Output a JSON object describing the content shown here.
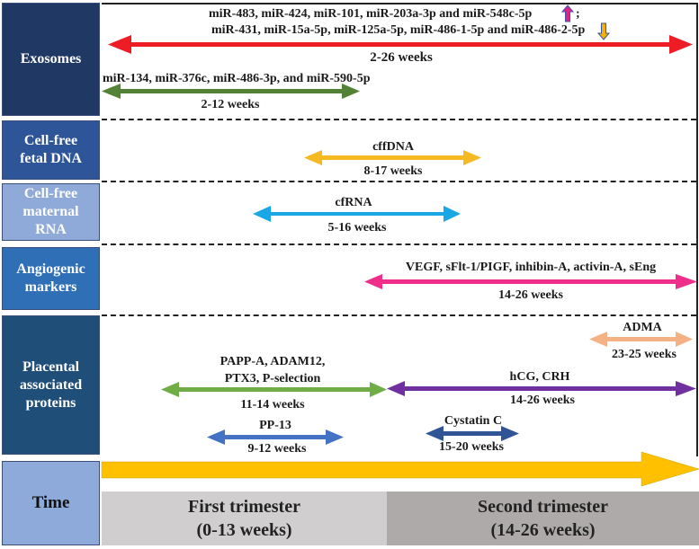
{
  "rows": [
    {
      "id": "exosomes",
      "label": "Exosomes",
      "bg": "#1f3864"
    },
    {
      "id": "cffdna",
      "label": "Cell-free\nfetal DNA",
      "bg": "#2e5597"
    },
    {
      "id": "cfrna",
      "label": "Cell-free\nmaternal\nRNA",
      "bg": "#8fa9d8"
    },
    {
      "id": "angio",
      "label": "Angiogenic\nmarkers",
      "bg": "#2f6fb6"
    },
    {
      "id": "placental",
      "label": "Placental\nassociated\nproteins",
      "bg": "#1f4e79"
    },
    {
      "id": "time",
      "label": "Time",
      "bg": "#8eaadb"
    }
  ],
  "markers": {
    "exo_up_text": "miR-483, miR-424, miR-101, miR-203a-3p and miR-548c-5p",
    "exo_up_sep": ";",
    "exo_down_text": "miR-431, miR-15a-5p, miR-125a-5p, miR-486-1-5p and miR-486-2-5p",
    "exo_range": "2-26 weeks",
    "exo2_text": "miR-134, miR-376c, miR-486-3p, and miR-590-5p",
    "exo2_range": "2-12 weeks",
    "cffdna_text": "cffDNA",
    "cffdna_range": "8-17 weeks",
    "cfrna_text": "cfRNA",
    "cfrna_range": "5-16 weeks",
    "angio_text": "VEGF, sFlt-1/PIGF, inhibin-A, activin-A, sEng",
    "angio_range": "14-26 weeks",
    "adma_text": "ADMA",
    "adma_range": "23-25 weeks",
    "pappa_text": "PAPP-A, ADAM12,\nPTX3, P-selection",
    "pappa_range": "11-14 weeks",
    "hcg_text": "hCG, CRH",
    "hcg_range": "14-26 weeks",
    "pp13_text": "PP-13",
    "pp13_range": "9-12 weeks",
    "cystatin_text": "Cystatin C",
    "cystatin_range": "15-20 weeks"
  },
  "trimesters": {
    "first_name": "First trimester",
    "first_range": "(0-13 weeks)",
    "second_name": "Second trimester",
    "second_range": "(14-26 weeks)"
  },
  "colors": {
    "exo_main": "#ee1c25",
    "exo_early": "#538135",
    "cffdna": "#f5b921",
    "cfrna": "#1aa7e6",
    "angio": "#ef2d8a",
    "adma": "#f4b183",
    "pappa": "#70ad47",
    "hcg": "#7030a0",
    "pp13": "#4472c4",
    "cystatin": "#2f5597",
    "time_arrow": "#ffc000",
    "first_bg": "#d0cece",
    "second_bg": "#aeaaaa",
    "up_arrow": "#e0218a",
    "down_arrow": "#f4b000"
  }
}
